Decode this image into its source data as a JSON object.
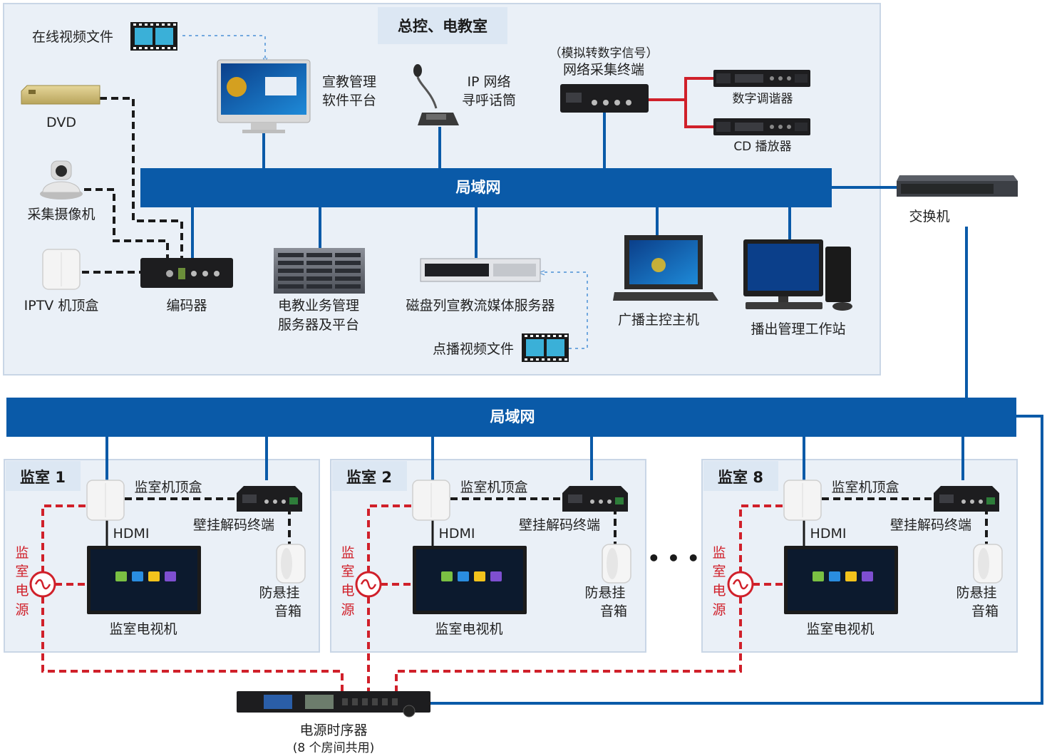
{
  "header": {
    "title": "总控、电教室"
  },
  "lan": {
    "top_label": "局域网",
    "bottom_label": "局域网"
  },
  "top_devices": {
    "online_video": "在线视频文件",
    "platform_line1": "宣教管理",
    "platform_line2": "软件平台",
    "ip_line1": "IP 网络",
    "ip_line2": "寻呼话筒",
    "collector_line1": "（模拟转数字信号）",
    "collector_line2": "网络采集终端",
    "tuner": "数字调谐器",
    "cd": "CD 播放器",
    "dvd": "DVD",
    "camera": "采集摄像机",
    "iptv": "IPTV 机顶盒",
    "encoder": "编码器",
    "biz_line1": "电教业务管理",
    "biz_line2": "服务器及平台",
    "disk": "磁盘列宣教流媒体服务器",
    "vod": "点播视频文件",
    "bcast": "广播主控主机",
    "ws": "播出管理工作站",
    "switch": "交换机"
  },
  "rooms": [
    {
      "title": "监室 1"
    },
    {
      "title": "监室 2"
    },
    {
      "title": "监室 8"
    }
  ],
  "room_labels": {
    "stb": "监室机顶盒",
    "decoder": "壁挂解码终端",
    "hdmi": "HDMI",
    "power_1": "监",
    "power_2": "室",
    "power_3": "电",
    "power_4": "源",
    "speaker_line1": "防悬挂",
    "speaker_line2": "音箱",
    "tv": "监室电视机"
  },
  "ellipsis": "• • •",
  "sequencer": {
    "line1": "电源时序器",
    "line2": "(8 个房间共用)"
  },
  "colors": {
    "lan_blue": "#0a5aa8",
    "panel_bg": "#eaf0f7",
    "power_red": "#d0202a",
    "title_bg": "#dce7f3"
  }
}
